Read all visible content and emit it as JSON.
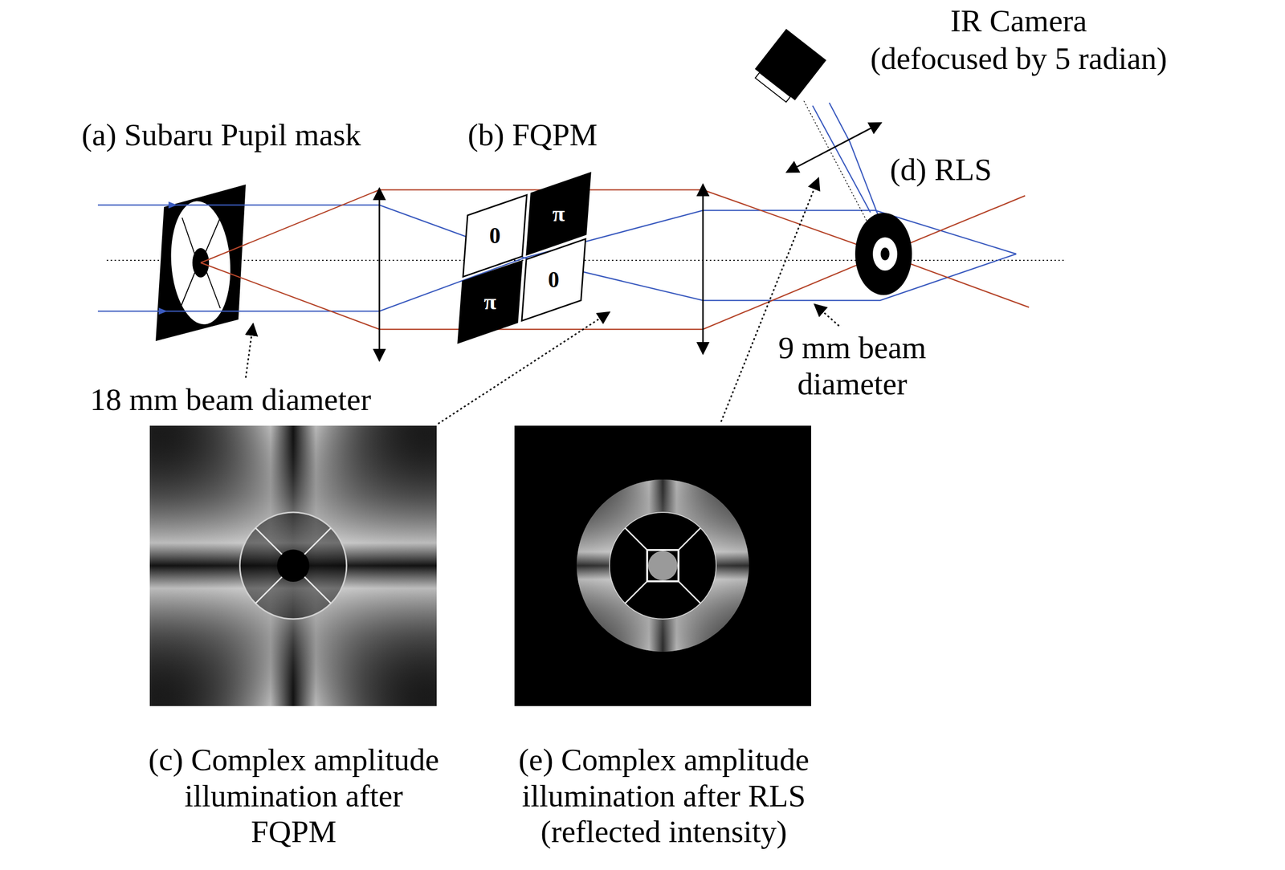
{
  "diagram": {
    "nodes": [
      {
        "text": [
          "0"
        ]
      },
      {
        "text": [
          "π"
        ]
      },
      {
        "text": [
          "π"
        ]
      },
      {
        "text": [
          "0"
        ]
      }
    ],
    "labels": [
      "IR Camera",
      "(defocused by 5 radian)",
      "(a) Subaru Pupil mask",
      "(b) FQPM",
      "(d) RLS",
      "18 mm beam diameter",
      "9 mm beam diameter",
      "(c) Complex amplitude illumination after FQPM",
      "(e) Complex amplitude illumination after RLS (reflected intensity)"
    ]
  }
}
